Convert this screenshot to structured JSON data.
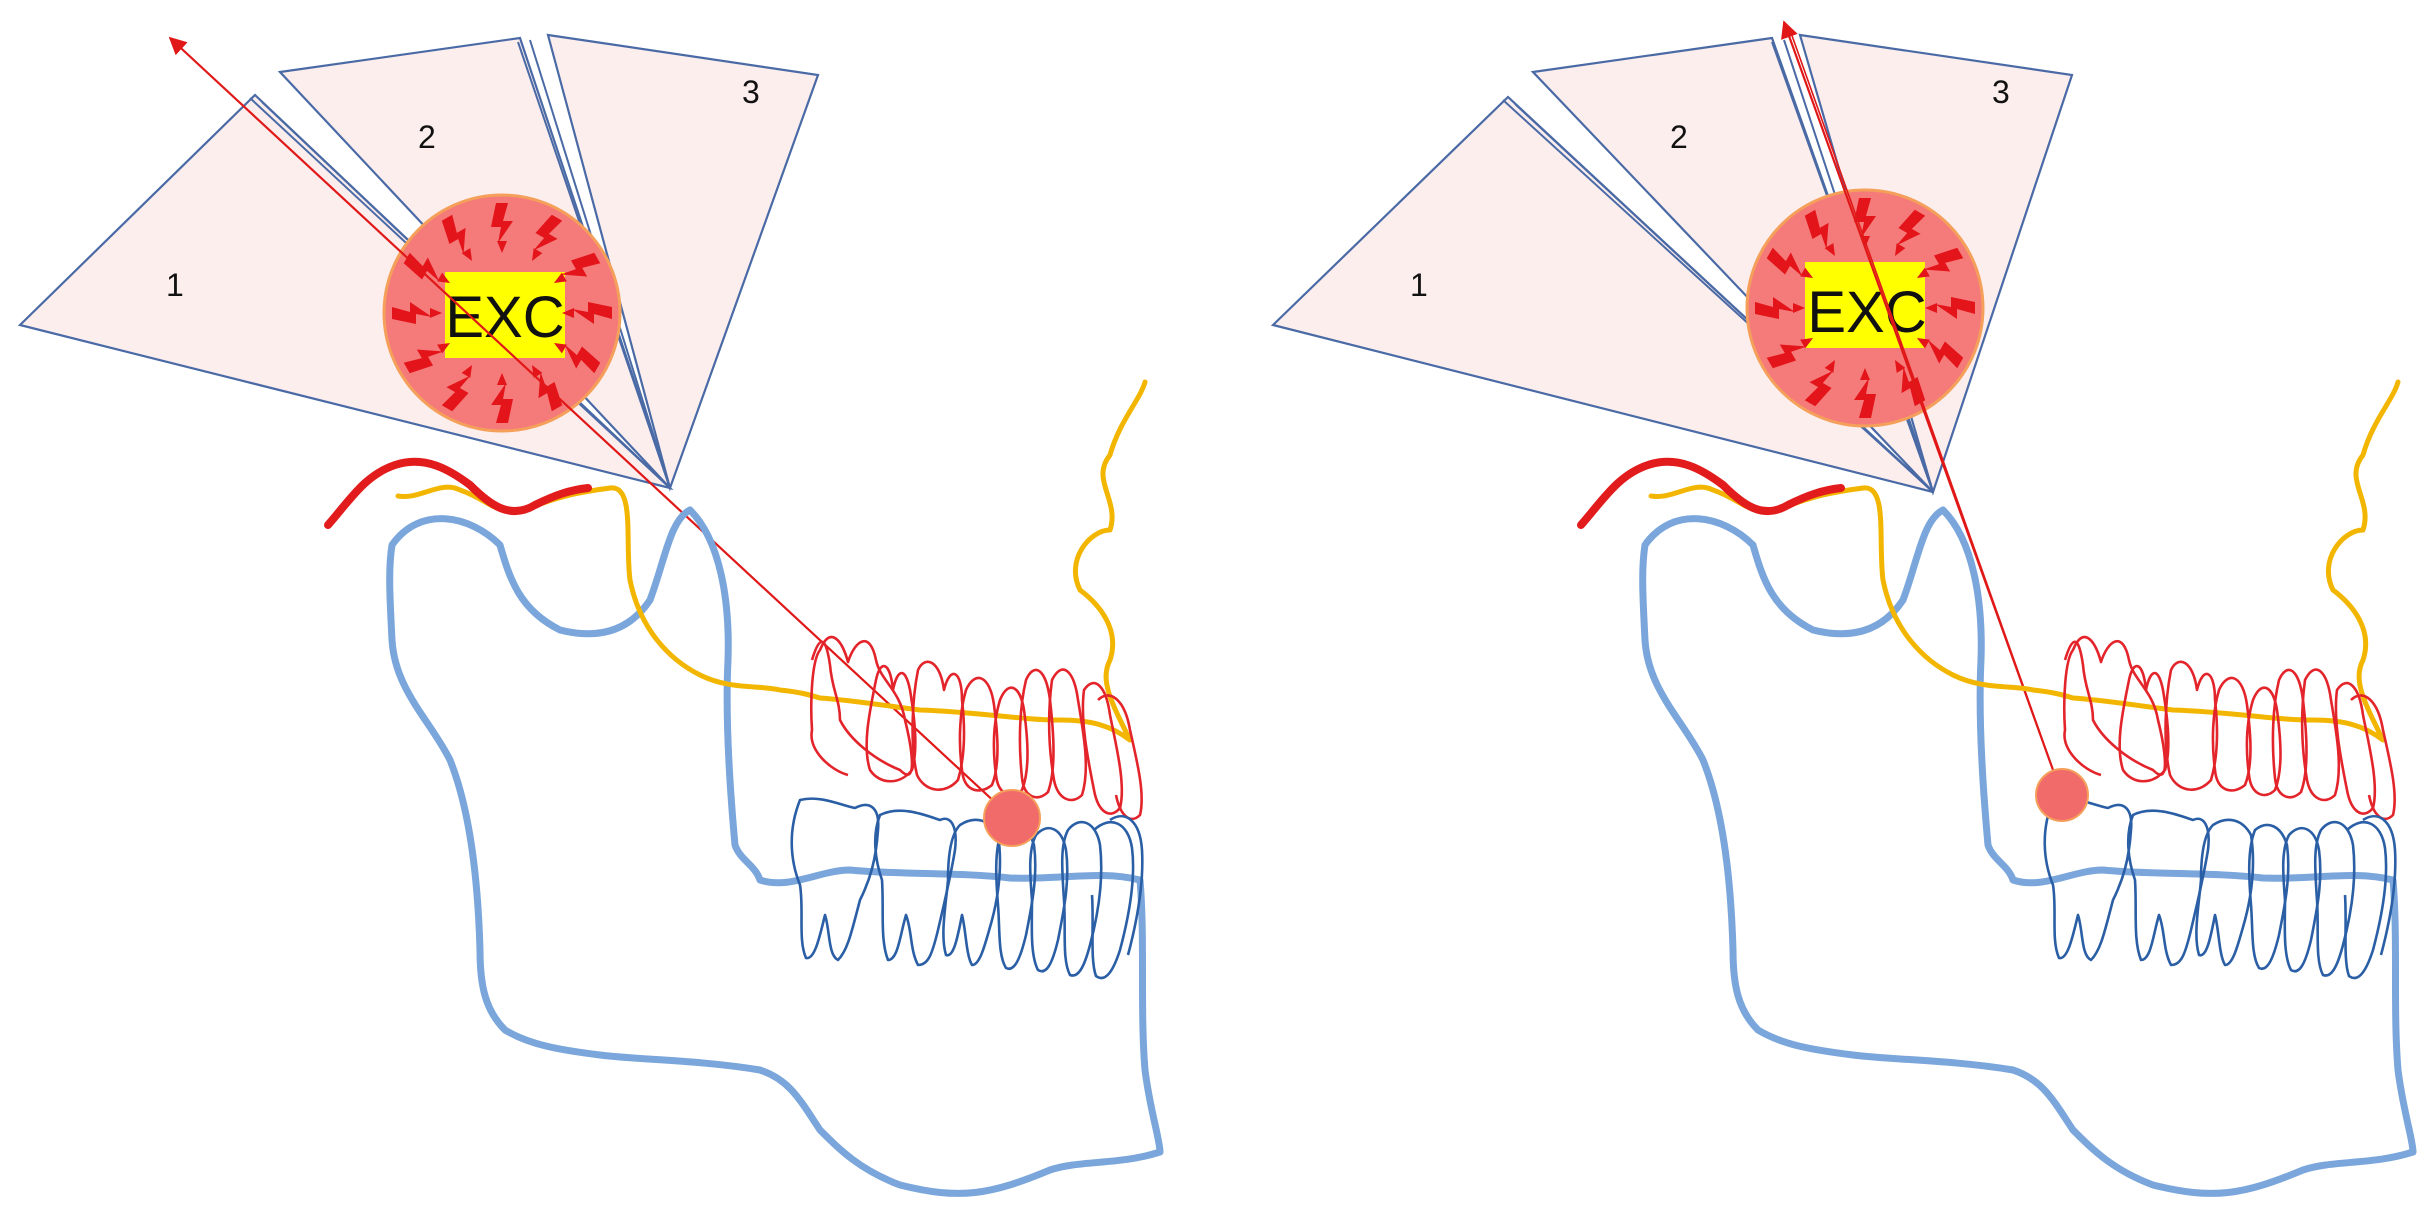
{
  "panels": [
    {
      "sector_labels": [
        "1",
        "2",
        "3"
      ],
      "center_label": "EXC",
      "target_tooth": "lower first molar"
    },
    {
      "sector_labels": [
        "1",
        "2",
        "3"
      ],
      "center_label": "EXC",
      "target_tooth": "upper posterior molar"
    }
  ],
  "colors": {
    "sector_fill": "#fdeeee",
    "sector_stroke": "#4a6aa6",
    "excitation_circle": "#f57a7a",
    "excitation_box": "#ffff00",
    "ray": "#e01818",
    "mandible": "#7aa6dc",
    "yellow_contour": "#f2b600",
    "upper_teeth": "#e3242b",
    "lower_teeth": "#2a5ea5",
    "target_spot": "#f26b6b"
  }
}
